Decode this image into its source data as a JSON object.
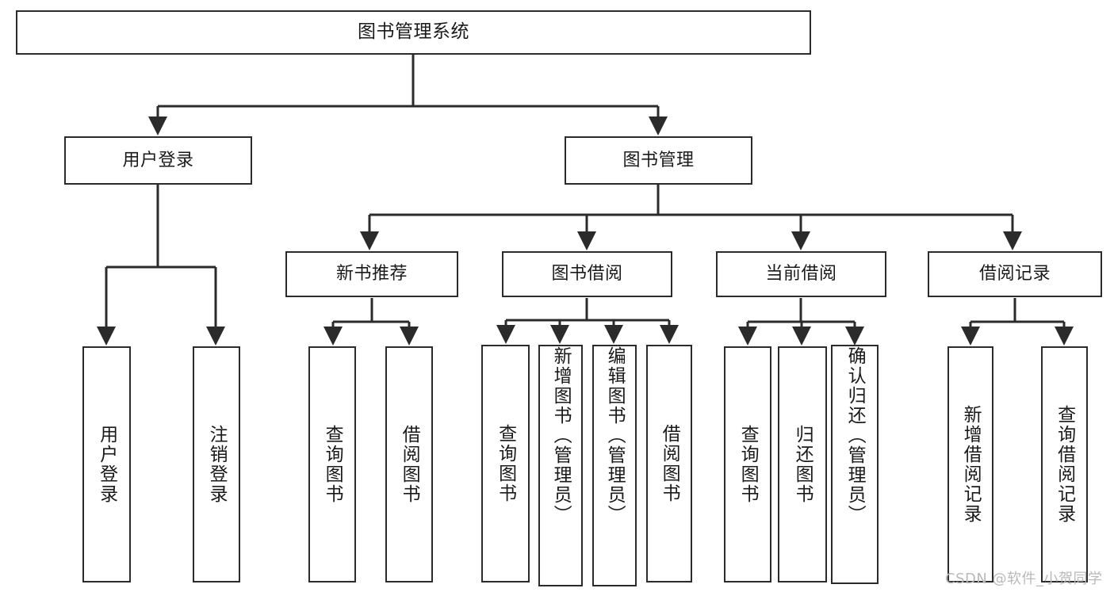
{
  "diagram": {
    "type": "tree",
    "title": "图书管理系统",
    "watermark": "CSDN @软件_小贺同学",
    "colors": {
      "stroke": "#2b2b2b",
      "fill": "#ffffff",
      "text": "#1a1a1a",
      "watermark": "#b9b9b9",
      "background": "#ffffff"
    },
    "nodes": {
      "root": {
        "label": "图书管理系统"
      },
      "level1": [
        {
          "id": "user-login",
          "label": "用户登录"
        },
        {
          "id": "book-management",
          "label": "图书管理"
        }
      ],
      "level2": [
        {
          "id": "new-book-recommend",
          "label": "新书推荐"
        },
        {
          "id": "book-borrow",
          "label": "图书借阅"
        },
        {
          "id": "current-borrow",
          "label": "当前借阅"
        },
        {
          "id": "borrow-record",
          "label": "借阅记录"
        }
      ],
      "leaves": {
        "user_login": [
          {
            "id": "leaf-user-login",
            "label": "用户登录"
          },
          {
            "id": "leaf-logout-login",
            "label": "注销登录"
          }
        ],
        "new_book_recommend": [
          {
            "id": "leaf-query-book-1",
            "label": "查询图书"
          },
          {
            "id": "leaf-borrow-book-1",
            "label": "借阅图书"
          }
        ],
        "book_borrow": [
          {
            "id": "leaf-query-book-2",
            "label": "查询图书"
          },
          {
            "id": "leaf-add-book-admin",
            "label": "新增图书（管理员）"
          },
          {
            "id": "leaf-edit-book-admin",
            "label": "编辑图书（管理员）"
          },
          {
            "id": "leaf-borrow-book-2",
            "label": "借阅图书"
          }
        ],
        "current_borrow": [
          {
            "id": "leaf-query-book-3",
            "label": "查询图书"
          },
          {
            "id": "leaf-return-book",
            "label": "归还图书"
          },
          {
            "id": "leaf-confirm-return-admin",
            "label": "确认归还（管理员）"
          }
        ],
        "borrow_record": [
          {
            "id": "leaf-add-borrow-record",
            "label": "新增借阅记录"
          },
          {
            "id": "leaf-query-borrow-record",
            "label": "查询借阅记录"
          }
        ]
      }
    }
  }
}
